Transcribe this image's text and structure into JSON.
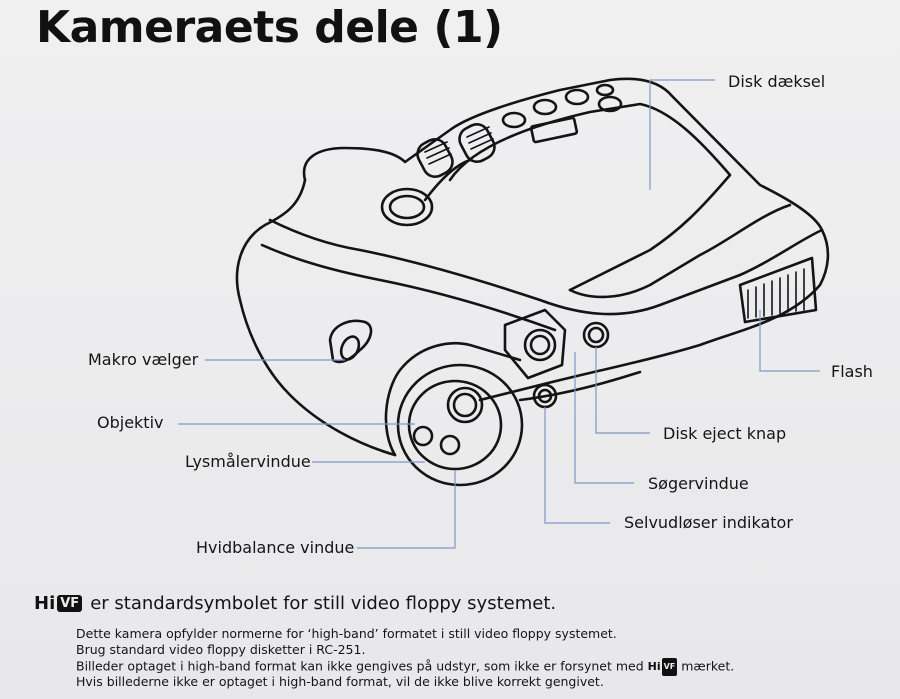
{
  "title": "Kameraets dele (1)",
  "labels": {
    "disk_cover": "Disk dæksel",
    "flash": "Flash",
    "macro_selector": "Makro vælger",
    "lens": "Objektiv",
    "light_meter_window": "Lysmålervindue",
    "disk_eject_button": "Disk eject knap",
    "viewfinder_window": "Søgervindue",
    "self_timer_indicator": "Selvudløser indikator",
    "white_balance_window": "Hvidbalance vindue"
  },
  "logo": {
    "hi": "Hi",
    "vf": "VF"
  },
  "heading": "er standardsymbolet for still video floppy systemet.",
  "notes": [
    "Dette kamera opfylder normerne for ‘high-band’ formatet i still video floppy systemet.",
    "Brug standard video floppy disketter i RC-251.",
    "Billeder optaget i high-band format kan ikke gengives på udstyr, som ikke er forsynet med",
    "mærket.",
    "Hvis billederne ikke er optaget i high-band format, vil de ikke blive korrekt gengivet."
  ]
}
